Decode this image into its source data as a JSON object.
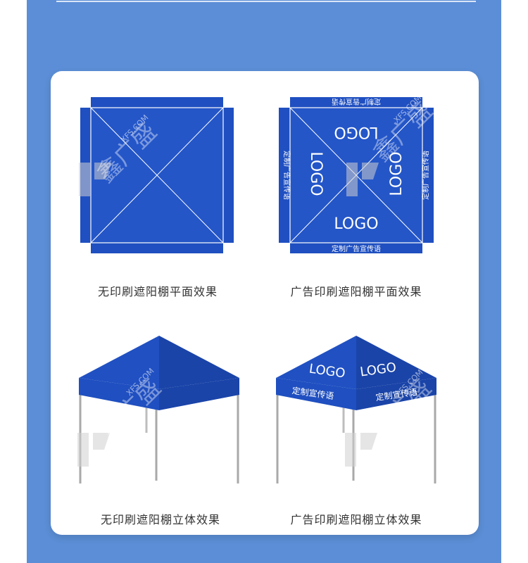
{
  "colors": {
    "background": "#5b8ed6",
    "card": "#ffffff",
    "canopy": "#1f4fc0",
    "canopy_dark": "#1a44a8",
    "caption": "#333333"
  },
  "watermark": {
    "domain": "XFS.COM",
    "brand": "鑫广盛"
  },
  "panels": [
    {
      "caption": "无印刷遮阳棚平面效果"
    },
    {
      "caption": "广告印刷遮阳棚平面效果",
      "logo_text": "LOGO",
      "slogan": "定制广告宣传语"
    },
    {
      "caption": "无印刷遮阳棚立体效果"
    },
    {
      "caption": "广告印刷遮阳棚立体效果",
      "logo_text": "LOGO",
      "slogan": "定制宣传语"
    }
  ]
}
